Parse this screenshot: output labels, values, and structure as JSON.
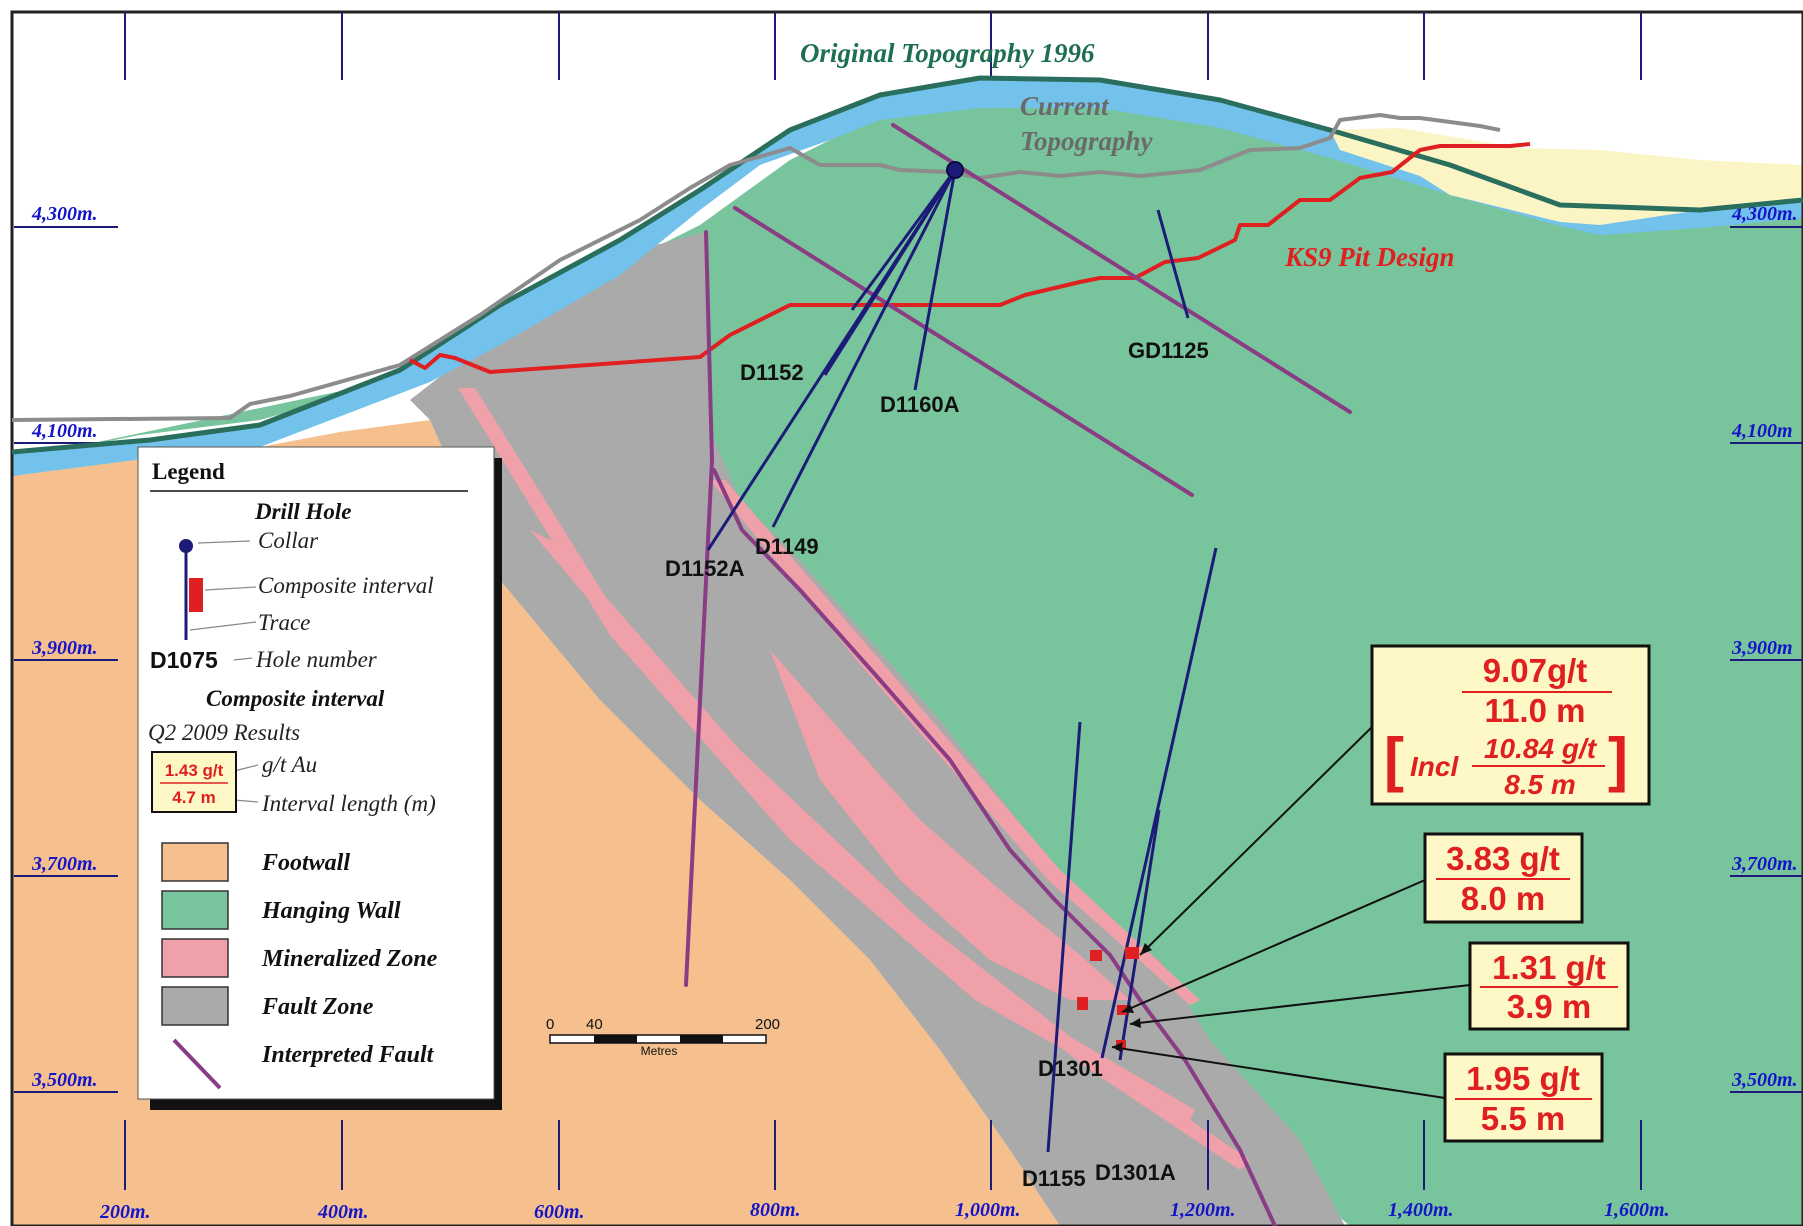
{
  "section": {
    "labels": {
      "original_topography": "Original Topography 1996",
      "current_topography_line1": "Current",
      "current_topography_line2": "Topography",
      "pit_design": "KS9 Pit Design"
    },
    "elevation_labels": [
      "4,300m.",
      "4,100m.",
      "3,900m.",
      "3,700m.",
      "3,500m."
    ],
    "elevation_labels_right": [
      "4,300m.",
      "4,100m",
      "3,900m",
      "3,700m.",
      "3,500m."
    ],
    "easting_labels": [
      "200m.",
      "400m.",
      "600m.",
      "800m.",
      "1,000m.",
      "1,200m.",
      "1,400m.",
      "1,600m."
    ],
    "holes": [
      "D1152",
      "D1160A",
      "GD1125",
      "D1152A",
      "D1149",
      "D1301",
      "D1155",
      "D1301A"
    ],
    "results": [
      {
        "grade": "9.07g/t",
        "length": "11.0 m",
        "incl_word": "Incl",
        "incl_grade": "10.84 g/t",
        "incl_length": "8.5 m"
      },
      {
        "grade": "3.83 g/t",
        "length": "8.0 m"
      },
      {
        "grade": "1.31 g/t",
        "length": "3.9 m"
      },
      {
        "grade": "1.95 g/t",
        "length": "5.5 m"
      }
    ],
    "scale": {
      "tick0": "0",
      "tick1": "40",
      "tick2": "200",
      "unit": "Metres"
    }
  },
  "legend": {
    "title": "Legend",
    "drill_hole_heading": "Drill Hole",
    "collar": "Collar",
    "composite_interval": "Composite interval",
    "trace": "Trace",
    "hole_number_example": "D1075",
    "hole_number": "Hole number",
    "composite_heading": "Composite interval",
    "quarter": "Q2 2009 Results",
    "sample_grade": "1.43 g/t",
    "sample_length": "4.7 m",
    "grade_unit": "g/t Au",
    "interval_length": "Interval length (m)",
    "units": [
      {
        "name": "Footwall",
        "color": "#f5c08e"
      },
      {
        "name": "Hanging Wall",
        "color": "#78c49c"
      },
      {
        "name": "Mineralized Zone",
        "color": "#f0a0a8"
      },
      {
        "name": "Fault Zone",
        "color": "#aaaaaa"
      },
      {
        "name": "Interpreted Fault",
        "color": "#8a3d84"
      }
    ]
  },
  "colors": {
    "footwall": "#f5c08e",
    "hanging_wall": "#78c49c",
    "mineralized": "#f0a0a8",
    "fault_zone": "#aaaaaa",
    "overburden": "#72c2ec",
    "waste_yellow": "#fbf5c6",
    "fault_line": "#8a3d84",
    "drill_hole": "#1c1c78",
    "pit": "#e02020",
    "grid_label": "#1414c8",
    "orig_topo": "#2a6e5e",
    "curr_topo": "#8c8c8c",
    "result_red": "#e02020",
    "result_fill": "#fdf8c6"
  }
}
